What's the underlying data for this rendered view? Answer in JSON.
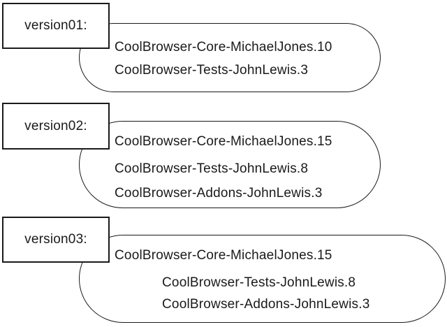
{
  "diagram": {
    "title": "version-to-packages mapping diagram",
    "colors": {
      "background": "#ffffff",
      "border": "#1a1a1a",
      "text": "#1a1a1a"
    },
    "groups": [
      {
        "label": "version01:",
        "items": [
          "CoolBrowser-Core-MichaelJones.10",
          "CoolBrowser-Tests-JohnLewis.3"
        ]
      },
      {
        "label": "version02:",
        "items": [
          "CoolBrowser-Core-MichaelJones.15",
          "CoolBrowser-Tests-JohnLewis.8",
          "CoolBrowser-Addons-JohnLewis.3"
        ]
      },
      {
        "label": "version03:",
        "items": [
          "CoolBrowser-Core-MichaelJones.15",
          "CoolBrowser-Tests-JohnLewis.8",
          "CoolBrowser-Addons-JohnLewis.3"
        ]
      }
    ]
  }
}
